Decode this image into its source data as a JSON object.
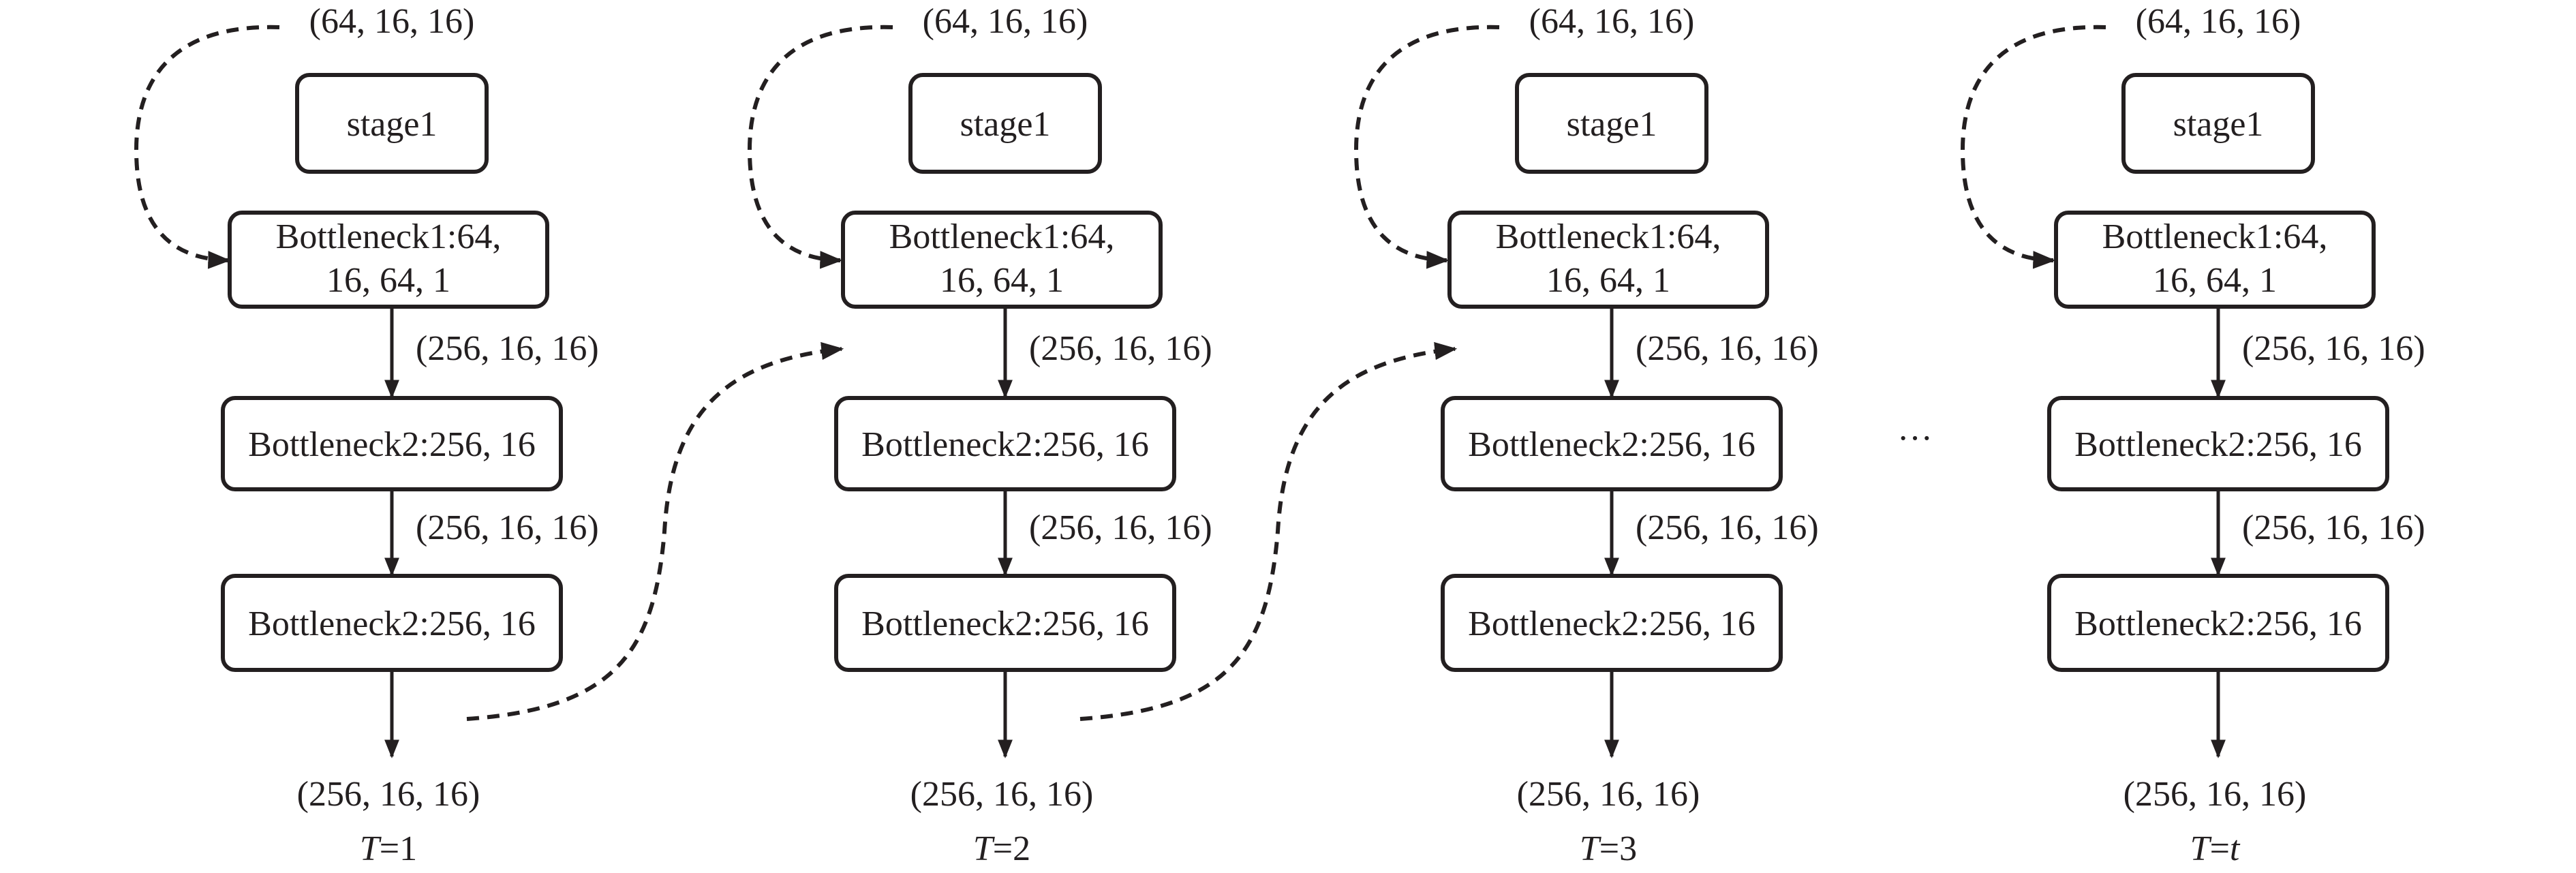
{
  "columns": [
    {
      "input_shape": "(64, 16, 16)",
      "stage_label": "stage1",
      "b1_line1": "Bottleneck1:64,",
      "b1_line2": "16, 64, 1",
      "shape_after_b1": "(256, 16, 16)",
      "b2a_label": "Bottleneck2:256, 16",
      "shape_after_b2a": "(256, 16, 16)",
      "b2b_label": "Bottleneck2:256, 16",
      "output_shape": "(256, 16, 16)",
      "t_var": "T",
      "t_rest": "=1",
      "t_italic_value": false
    },
    {
      "input_shape": "(64, 16, 16)",
      "stage_label": "stage1",
      "b1_line1": "Bottleneck1:64,",
      "b1_line2": "16, 64, 1",
      "shape_after_b1": "(256, 16, 16)",
      "b2a_label": "Bottleneck2:256, 16",
      "shape_after_b2a": "(256, 16, 16)",
      "b2b_label": "Bottleneck2:256, 16",
      "output_shape": "(256, 16, 16)",
      "t_var": "T",
      "t_rest": "=2",
      "t_italic_value": false
    },
    {
      "input_shape": "(64, 16, 16)",
      "stage_label": "stage1",
      "b1_line1": "Bottleneck1:64,",
      "b1_line2": "16, 64, 1",
      "shape_after_b1": "(256, 16, 16)",
      "b2a_label": "Bottleneck2:256, 16",
      "shape_after_b2a": "(256, 16, 16)",
      "b2b_label": "Bottleneck2:256, 16",
      "output_shape": "(256, 16, 16)",
      "t_var": "T",
      "t_rest": "=3",
      "t_italic_value": false
    },
    {
      "input_shape": "(64, 16, 16)",
      "stage_label": "stage1",
      "b1_line1": "Bottleneck1:64,",
      "b1_line2": "16, 64, 1",
      "shape_after_b1": "(256, 16, 16)",
      "b2a_label": "Bottleneck2:256, 16",
      "shape_after_b2a": "(256, 16, 16)",
      "b2b_label": "Bottleneck2:256, 16",
      "output_shape": "(256, 16, 16)",
      "t_var": "T",
      "t_eq": "=",
      "t_rest": "t",
      "t_italic_value": true
    }
  ],
  "ellipsis": "···"
}
